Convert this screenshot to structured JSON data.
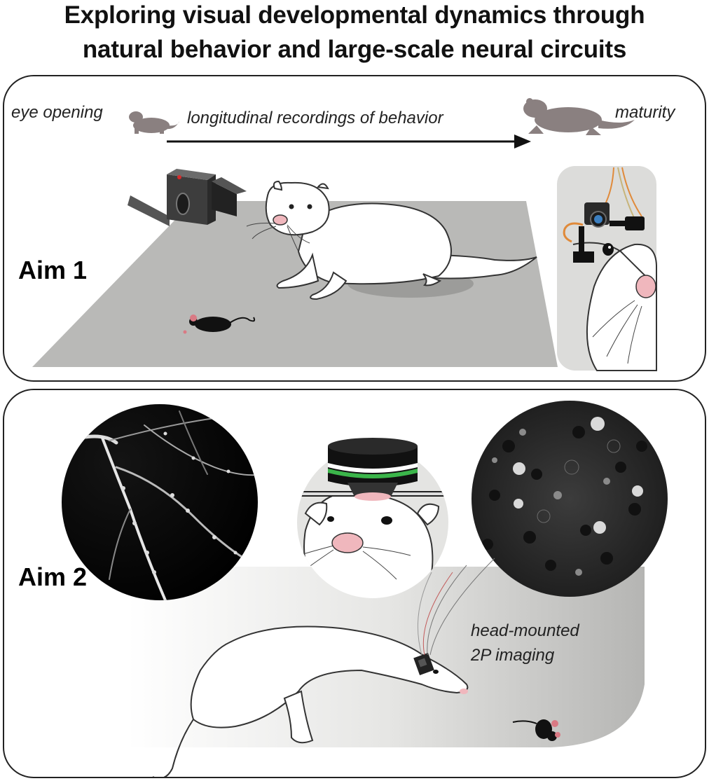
{
  "figure": {
    "title_line1": "Exploring visual developmental dynamics through",
    "title_line2": "natural behavior and large-scale neural circuits"
  },
  "aim1": {
    "label": "Aim 1",
    "start_label": "eye opening",
    "timeline_label": "longitudinal recordings of behavior",
    "end_label": "maturity"
  },
  "aim2": {
    "label": "Aim 2",
    "imaging_label_line1": "head-mounted",
    "imaging_label_line2": "2P imaging"
  },
  "colors": {
    "silhouette": "#8a8080",
    "floor": "#b9b9b7",
    "nose_pink": "#f0b7bd",
    "objective_green": "#3bb54a",
    "border": "#222222"
  },
  "icons": [
    "camera-icon",
    "ferret-icon",
    "mouse-icon",
    "microscope-objective-icon",
    "miniscope-icon"
  ]
}
